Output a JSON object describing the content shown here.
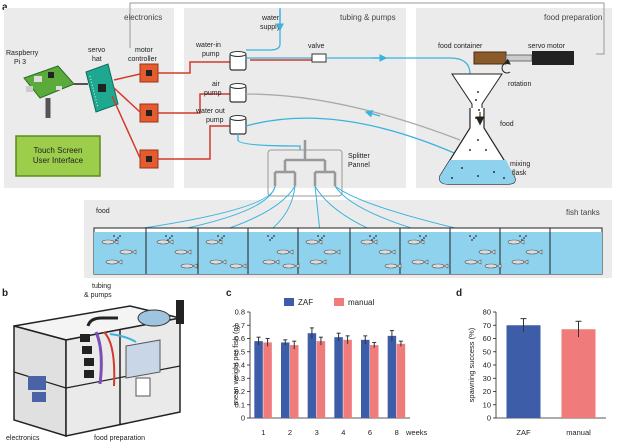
{
  "panel_labels": {
    "a": "a",
    "b": "b",
    "c": "c",
    "d": "d"
  },
  "panel_a": {
    "sections": {
      "electronics": "electronics",
      "tubing": "tubing & pumps",
      "food": "food preparation",
      "tanks": "fish tanks"
    },
    "labels": {
      "raspberry_1": "Raspberry",
      "raspberry_2": "Pi 3",
      "servo_hat_1": "servo",
      "servo_hat_2": "hat",
      "motor_1": "motor",
      "motor_2": "controller",
      "touch_1": "Touch Screen",
      "touch_2": "User Interface",
      "water_supply_1": "water",
      "water_supply_2": "supply",
      "valve": "valve",
      "water_in_1": "water-in",
      "water_in_2": "pump",
      "air_1": "air",
      "air_2": "pump",
      "water_out_1": "water out",
      "water_out_2": "pump",
      "splitter_1": "Splitter",
      "splitter_2": "Pannel",
      "food_container": "food container",
      "servo_motor": "servo motor",
      "rotation": "rotation",
      "food_flask": "food",
      "mixing_1": "mixing",
      "mixing_2": "flask",
      "food_tank": "food"
    }
  },
  "panel_b": {
    "tubing_1": "tubing",
    "tubing_2": "& pumps",
    "electronics": "electronics",
    "food_prep": "food preparation"
  },
  "colors": {
    "zaf": "#3d5da8",
    "manual": "#ef7b7b",
    "water": "#3bb3de",
    "red_wire": "#d23a2c",
    "section_bg": "#ebebeb",
    "tank_water": "#8fd2ee"
  },
  "chart_data": [
    {
      "type": "bar",
      "categories": [
        "1",
        "2",
        "3",
        "4",
        "6",
        "8"
      ],
      "xlabel": "weeks",
      "ylabel": "mean weight per fish (g)",
      "ylim": [
        0,
        0.8
      ],
      "yticks": [
        "0",
        "0.1",
        "0.2",
        "0.3",
        "0.4",
        "0.5",
        "0.6",
        "0.7",
        "0.8"
      ],
      "legend_position": "top",
      "series": [
        {
          "name": "ZAF",
          "values": [
            0.58,
            0.57,
            0.64,
            0.61,
            0.59,
            0.62
          ],
          "errors": [
            0.03,
            0.02,
            0.04,
            0.03,
            0.03,
            0.04
          ]
        },
        {
          "name": "manual",
          "values": [
            0.57,
            0.55,
            0.58,
            0.59,
            0.55,
            0.56
          ],
          "errors": [
            0.03,
            0.03,
            0.03,
            0.03,
            0.02,
            0.02
          ]
        }
      ]
    },
    {
      "type": "bar",
      "categories": [
        "ZAF",
        "manual"
      ],
      "ylabel": "spawning success (%)",
      "ylim": [
        0,
        80
      ],
      "yticks": [
        "0",
        "10",
        "20",
        "30",
        "40",
        "50",
        "60",
        "70",
        "80"
      ],
      "values": [
        70,
        67
      ],
      "errors": [
        5,
        6
      ]
    }
  ]
}
